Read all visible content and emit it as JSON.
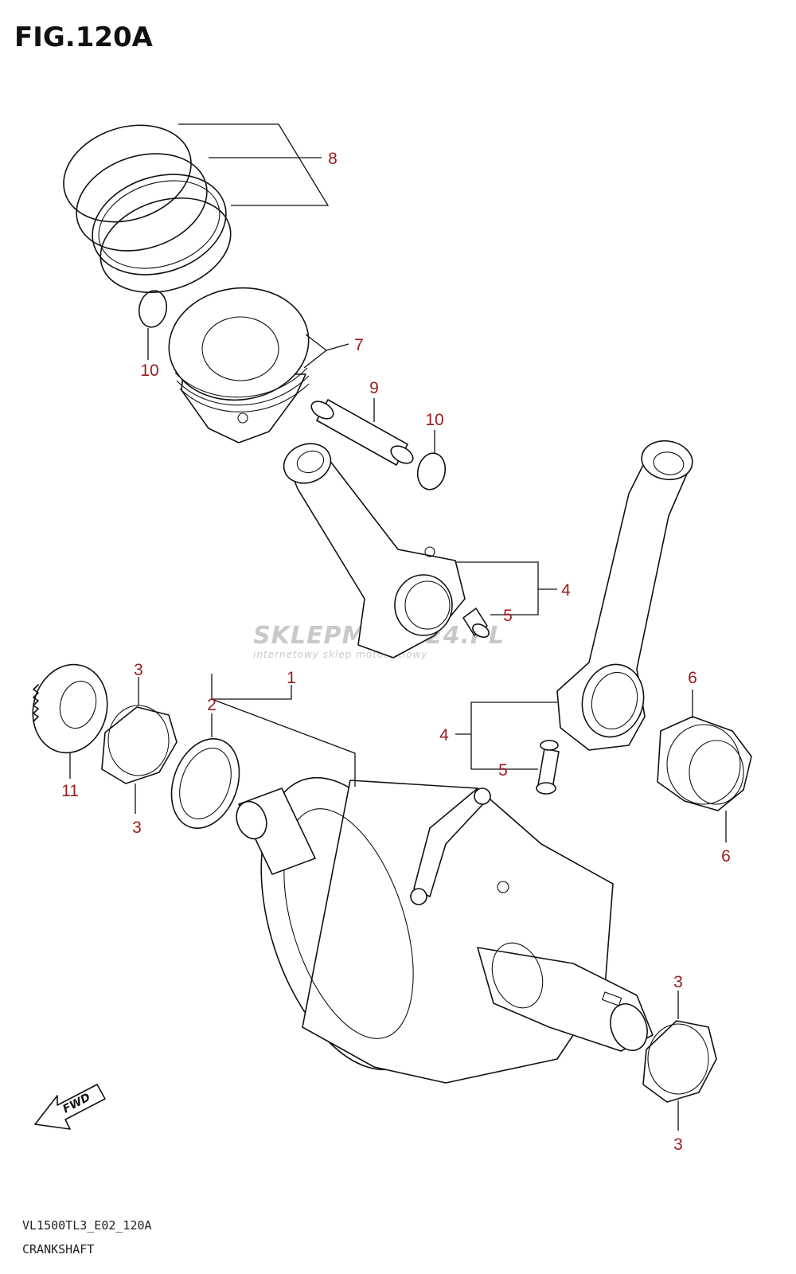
{
  "figure_title": "FIG.120A",
  "model_code": "VL1500TL3_E02_120A",
  "section_name": "CRANKSHAFT",
  "fwd_label": "FWD",
  "watermark": {
    "brand": "SKLEPMOTO24.PL",
    "tagline": "internetowy sklep motocyklowy"
  },
  "callouts": {
    "c1": "1",
    "c2": "2",
    "c3a": "3",
    "c3b": "3",
    "c3c": "3",
    "c3d": "3",
    "c4a": "4",
    "c4b": "4",
    "c5a": "5",
    "c5b": "5",
    "c6a": "6",
    "c6b": "6",
    "c7": "7",
    "c8": "8",
    "c9": "9",
    "c10a": "10",
    "c10b": "10",
    "c11": "11"
  },
  "colors": {
    "callout_number": "#9b1b1b",
    "line_art": "#111111"
  }
}
